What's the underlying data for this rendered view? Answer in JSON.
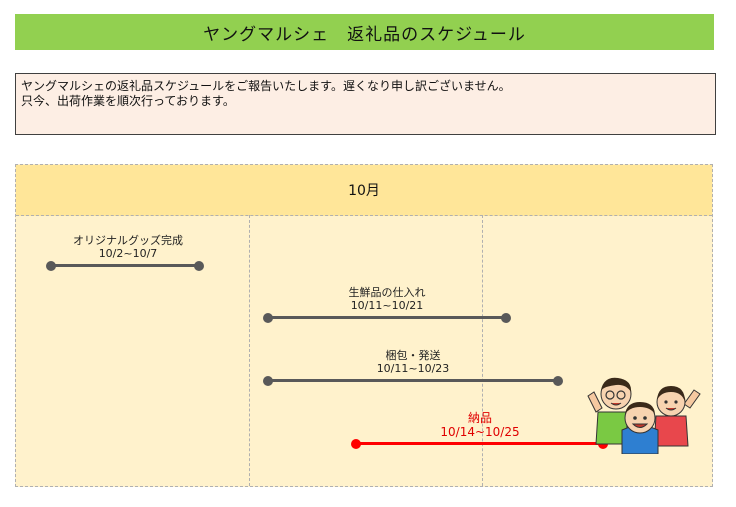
{
  "title": "ヤングマルシェ　返礼品のスケジュール",
  "notice": {
    "line1": "ヤングマルシェの返礼品スケジュールをご報告いたします。遅くなり申し訳ございません。",
    "line2": "只今、出荷作業を順次行っております。"
  },
  "schedule": {
    "month": "10月",
    "tasks": [
      {
        "name": "オリジナルグッズ完成",
        "dates": "10/2~10/7",
        "color": "#595959"
      },
      {
        "name": "生鮮品の仕入れ",
        "dates": "10/11~10/21",
        "color": "#595959"
      },
      {
        "name": "梱包・発送",
        "dates": "10/11~10/23",
        "color": "#595959"
      },
      {
        "name": "納品",
        "dates": "10/14~10/25",
        "color": "#ff0000"
      }
    ]
  },
  "colors": {
    "title_bg": "#92d050",
    "notice_bg": "#fdeee4",
    "header_bg": "#ffe699",
    "panel_bg": "#fff2cc"
  },
  "illustration": "children-cheering-illustration"
}
